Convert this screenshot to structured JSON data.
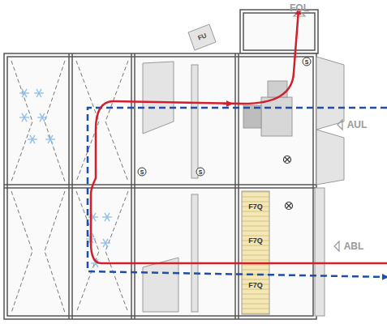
{
  "diagram": {
    "labels": [
      "FOL",
      "AUL",
      "ABL",
      "FU",
      "F7Q",
      "F7Q",
      "F7Q",
      "S",
      "S",
      "S"
    ]
  }
}
